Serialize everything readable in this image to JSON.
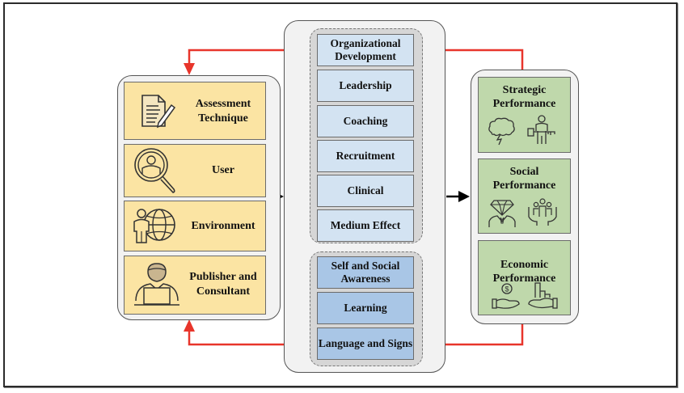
{
  "left_panel": {
    "items": [
      {
        "label": "Assessment Technique",
        "icon": "document-pencil-icon"
      },
      {
        "label": "User",
        "icon": "user-magnifier-icon"
      },
      {
        "label": "Environment",
        "icon": "person-globe-icon"
      },
      {
        "label": "Publisher and Consultant",
        "icon": "person-laptop-icon"
      }
    ],
    "color": "#fbe4a3"
  },
  "center_panel": {
    "group_top": [
      "Organizational Development",
      "Leadership",
      "Coaching",
      "Recruitment",
      "Clinical",
      "Medium Effect"
    ],
    "group_bottom": [
      "Self and Social Awareness",
      "Learning",
      "Language and Signs"
    ],
    "top_color": "#d3e3f2",
    "bottom_color": "#a9c6e6"
  },
  "right_panel": {
    "items": [
      {
        "label": "Strategic Performance",
        "icons": [
          "brain-lightning-icon",
          "person-key-icon"
        ]
      },
      {
        "label": "Social Performance",
        "icons": [
          "diamond-head-person-icon",
          "hands-group-icon"
        ]
      },
      {
        "label": "Economic Performance",
        "icons": [
          "hand-coin-icon",
          "hand-chart-icon"
        ]
      }
    ],
    "color": "#bfd8ab"
  },
  "arrows": {
    "feedback_color": "#e8352b",
    "flow_color": "#000000"
  }
}
